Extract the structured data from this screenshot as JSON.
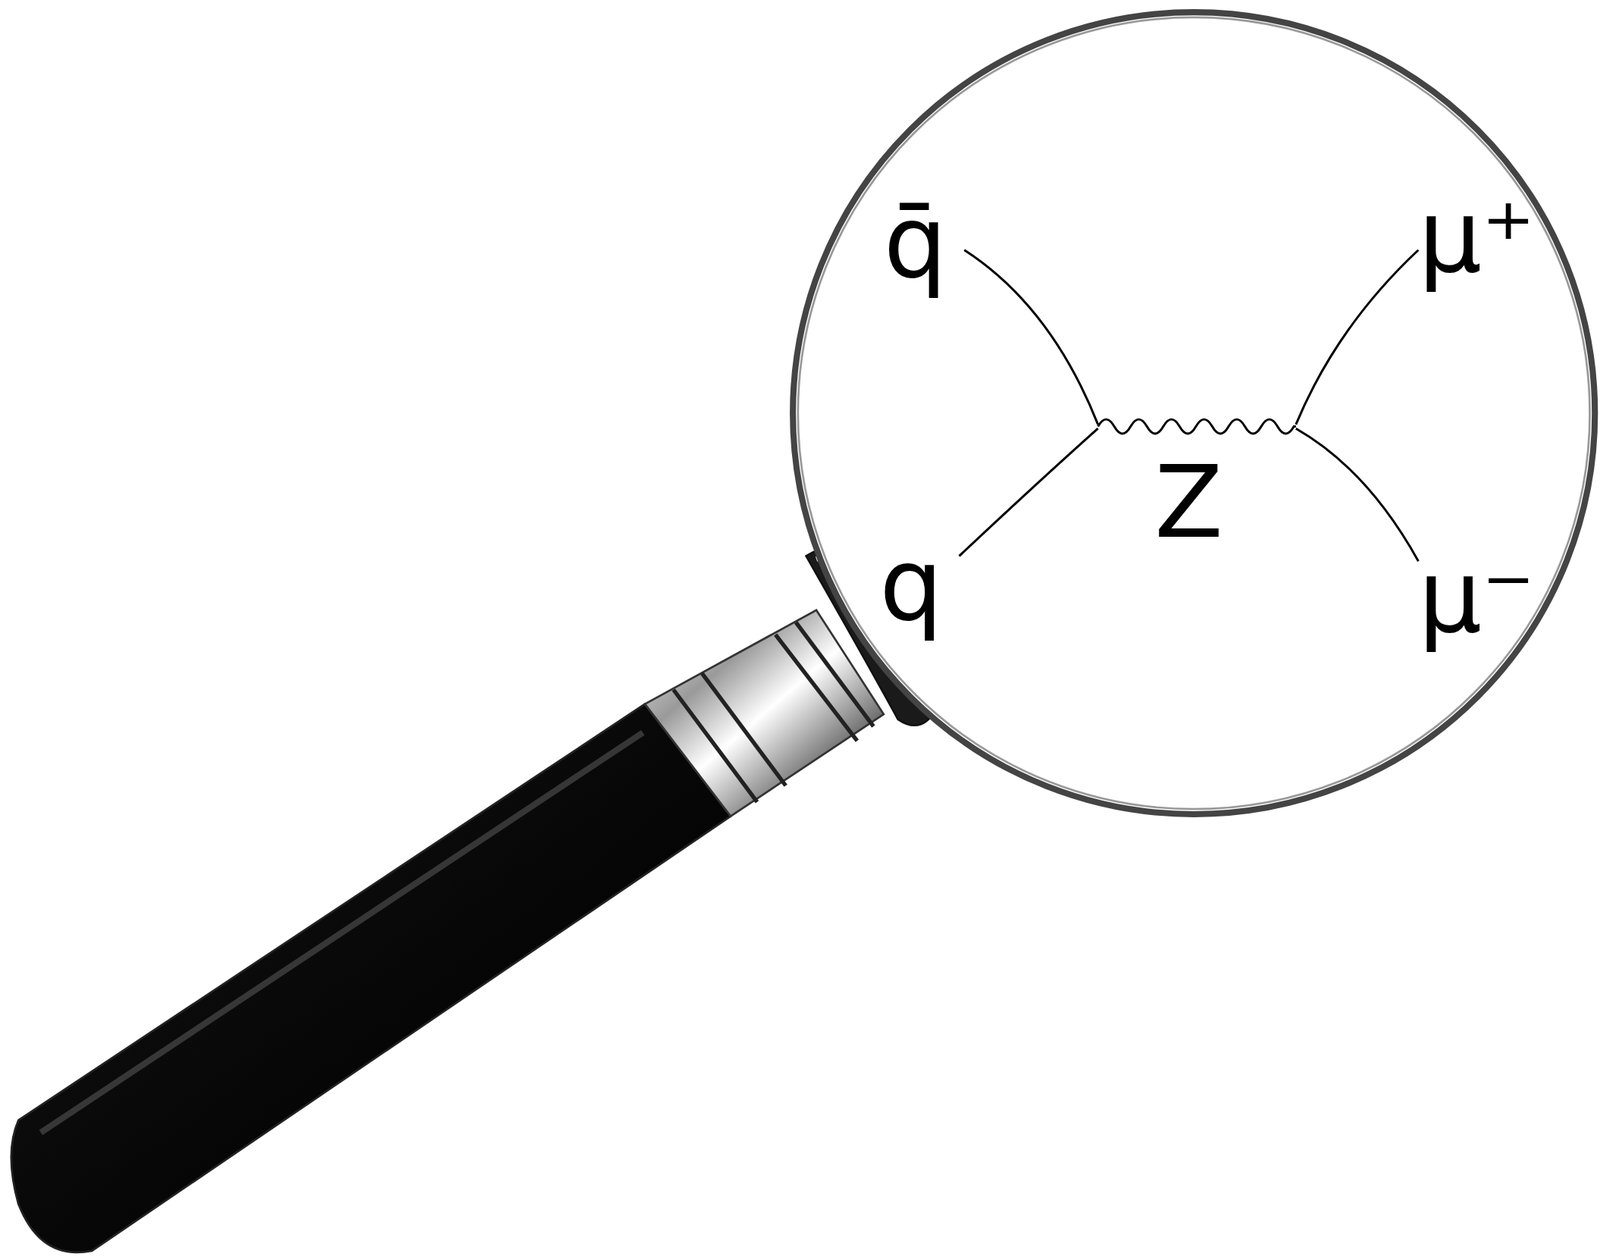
{
  "diagram": {
    "labels": [
      "q̄",
      "μ⁺",
      "Z",
      "q",
      "μ⁻"
    ]
  }
}
